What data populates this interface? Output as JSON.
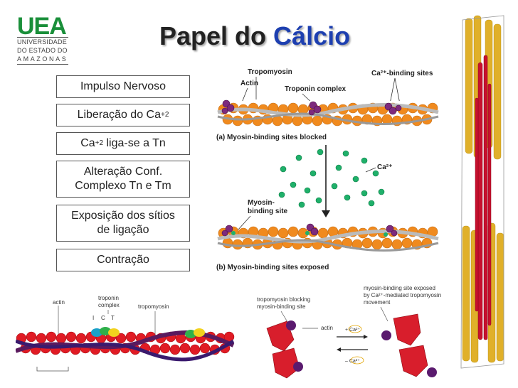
{
  "logo": {
    "mark": "UEA",
    "line1": "UNIVERSIDADE",
    "line2": "DO ESTADO DO",
    "line3": "AMAZONAS"
  },
  "title": {
    "main": "Papel do",
    "accent": "Cálcio",
    "accent_color": "#1d3fb0"
  },
  "steps": [
    {
      "text": "Impulso Nervoso"
    },
    {
      "text": "Liberação do Ca",
      "sup": "+2"
    },
    {
      "pre": "Ca",
      "sup": "+2",
      "text": " liga-se a Tn"
    },
    {
      "line1": "Alteração Conf.",
      "line2": "Complexo Tn e Tm"
    },
    {
      "line1": "Exposição dos sítios",
      "line2": "de ligação"
    },
    {
      "text": "Contração"
    }
  ],
  "figure_top": {
    "label_tropomyosin": "Tropomyosin",
    "label_actin": "Actin",
    "label_troponin": "Troponin complex",
    "label_ca_sites": "Ca²⁺-binding sites",
    "caption_a": "(a) Myosin-binding sites blocked",
    "label_ca": "Ca²⁺",
    "label_myosin_site_1": "Myosin-",
    "label_myosin_site_2": "binding site",
    "caption_b": "(b) Myosin-binding sites exposed"
  },
  "figure_bottom_left": {
    "label_actin": "actin",
    "label_troponin_1": "troponin",
    "label_troponin_2": "complex",
    "label_tropomyosin": "tropomyosin",
    "label_i": "I",
    "label_c": "C",
    "label_t": "T"
  },
  "figure_bottom_right": {
    "label_block_1": "tropomyosin blocking",
    "label_block_2": "myosin-binding site",
    "label_exposed_1": "myosin-binding site exposed",
    "label_exposed_2": "by Ca²⁺-mediated tropomyosin",
    "label_exposed_3": "movement",
    "label_actin": "actin",
    "label_plus_ca": "+ Ca²⁺",
    "label_minus_ca": "– Ca²⁺"
  },
  "colors": {
    "logo_green": "#1a8f3a",
    "actin_orange": "#f08a1e",
    "calcium_green": "#1fb06a",
    "myosin_red": "#c8102e",
    "filament_yellow": "#e0b02a"
  }
}
